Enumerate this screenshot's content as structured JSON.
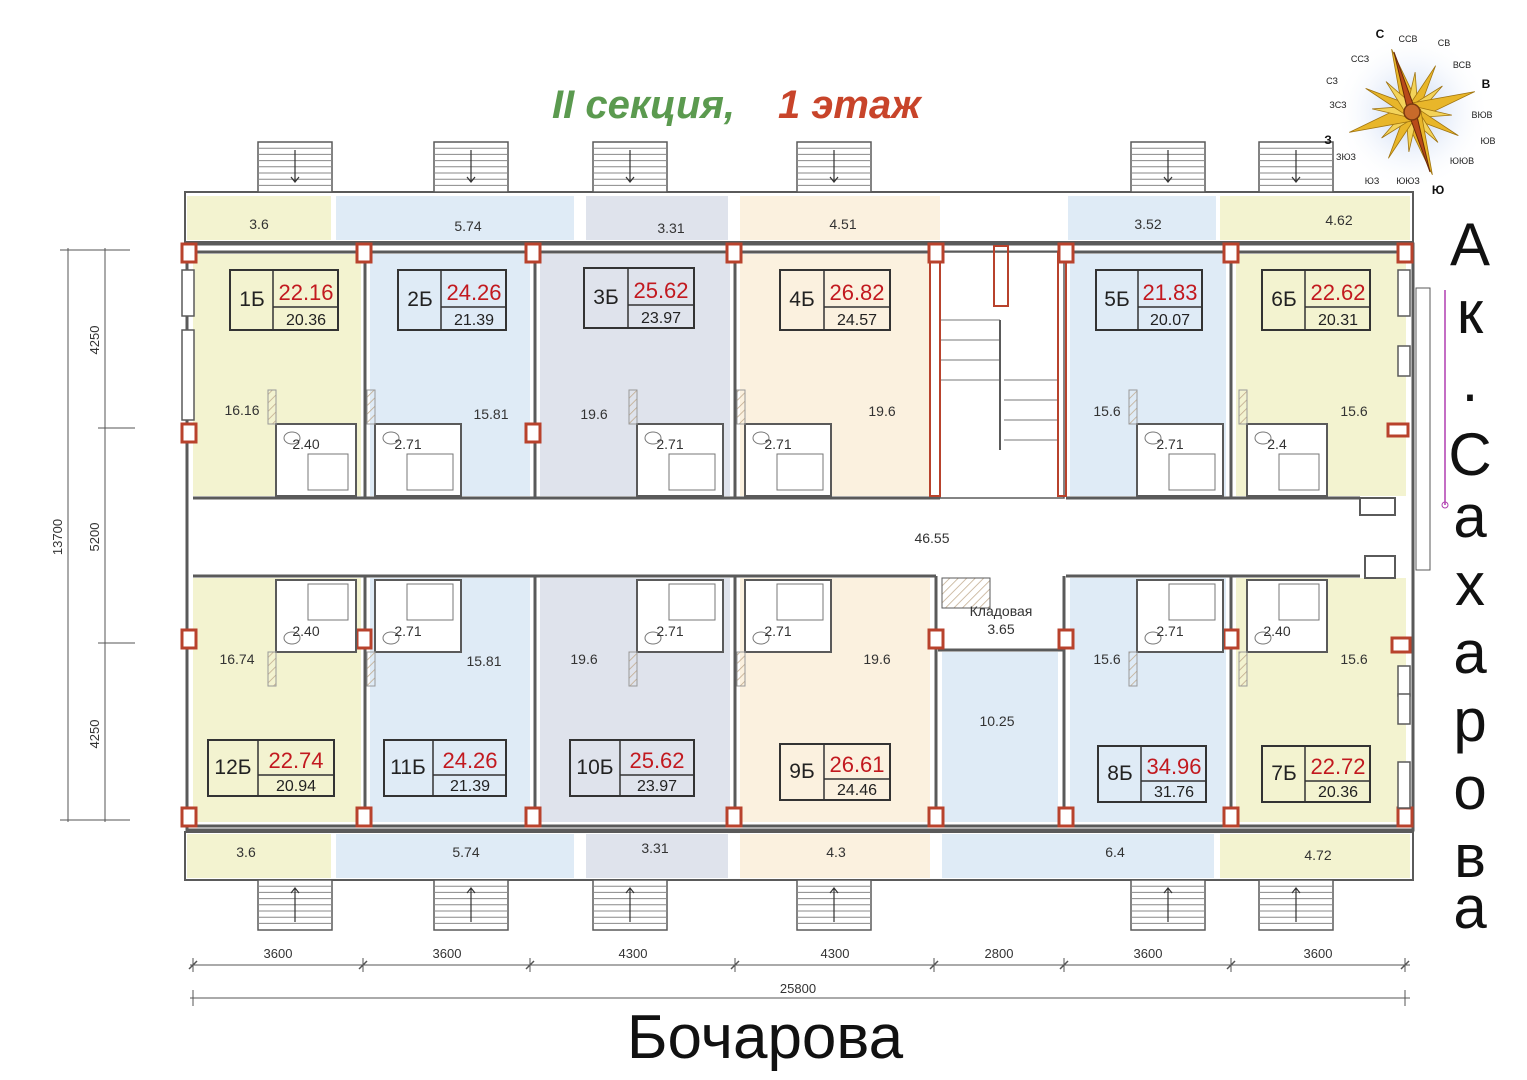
{
  "title": {
    "part1": "II секция,",
    "part2": "1 этаж"
  },
  "streets": {
    "bottom": "Бочарова",
    "right_letters": [
      "А",
      "к",
      ".",
      "С",
      "а",
      "х",
      "а",
      "р",
      "о",
      "в",
      "а"
    ]
  },
  "compass": {
    "main": [
      "С",
      "В",
      "Ю",
      "З"
    ],
    "minor": [
      "ССВ",
      "СВ",
      "ВСВ",
      "ВЮВ",
      "ЮВ",
      "ЮЮВ",
      "ЮЮЗ",
      "ЮЗ",
      "ЗЮЗ",
      "ЗСЗ",
      "СЗ",
      "ССЗ"
    ]
  },
  "apartments": [
    {
      "id": "1Б",
      "total": "22.16",
      "living": "20.36",
      "room": "16.16",
      "bath": "2.40"
    },
    {
      "id": "2Б",
      "total": "24.26",
      "living": "21.39",
      "room": "15.81",
      "bath": "2.71"
    },
    {
      "id": "3Б",
      "total": "25.62",
      "living": "23.97",
      "room": "19.6",
      "bath": "2.71"
    },
    {
      "id": "4Б",
      "total": "26.82",
      "living": "24.57",
      "room": "19.6",
      "bath": "2.71"
    },
    {
      "id": "5Б",
      "total": "21.83",
      "living": "20.07",
      "room": "15.6",
      "bath": "2.71"
    },
    {
      "id": "6Б",
      "total": "22.62",
      "living": "20.31",
      "room": "15.6",
      "bath": "2.4"
    },
    {
      "id": "12Б",
      "total": "22.74",
      "living": "20.94",
      "room": "16.74",
      "bath": "2.40"
    },
    {
      "id": "11Б",
      "total": "24.26",
      "living": "21.39",
      "room": "15.81",
      "bath": "2.71"
    },
    {
      "id": "10Б",
      "total": "25.62",
      "living": "23.97",
      "room": "19.6",
      "bath": "2.71"
    },
    {
      "id": "9Б",
      "total": "26.61",
      "living": "24.46",
      "room": "19.6",
      "bath": "2.71"
    },
    {
      "id": "8Б",
      "total": "34.96",
      "living": "31.76",
      "room": "15.6",
      "bath": "2.71"
    },
    {
      "id": "7Б",
      "total": "22.72",
      "living": "20.36",
      "room": "15.6",
      "bath": "2.40"
    }
  ],
  "terraces_top": [
    "3.6",
    "5.74",
    "3.31",
    "4.51",
    "3.52",
    "4.62"
  ],
  "terraces_bottom": [
    "3.6",
    "5.74",
    "3.31",
    "4.3",
    "6.4",
    "4.72"
  ],
  "common": {
    "corridor": "46.55",
    "storage_label": "Кладовая",
    "storage_area": "3.65",
    "room_area": "10.25"
  },
  "dimensions": {
    "bottom": [
      "3600",
      "3600",
      "4300",
      "4300",
      "2800",
      "3600",
      "3600"
    ],
    "total_width": "25800",
    "left": [
      "4250",
      "5200",
      "4250"
    ],
    "total_height": "13700"
  },
  "colors": {
    "yellow": "#f3f3d0",
    "blue": "#dfebf6",
    "gray": "#dfe3ec",
    "peach": "#fbf1df",
    "wall": "#5a5a5a",
    "column": "#b8422c",
    "area_red": "#c2191f"
  }
}
